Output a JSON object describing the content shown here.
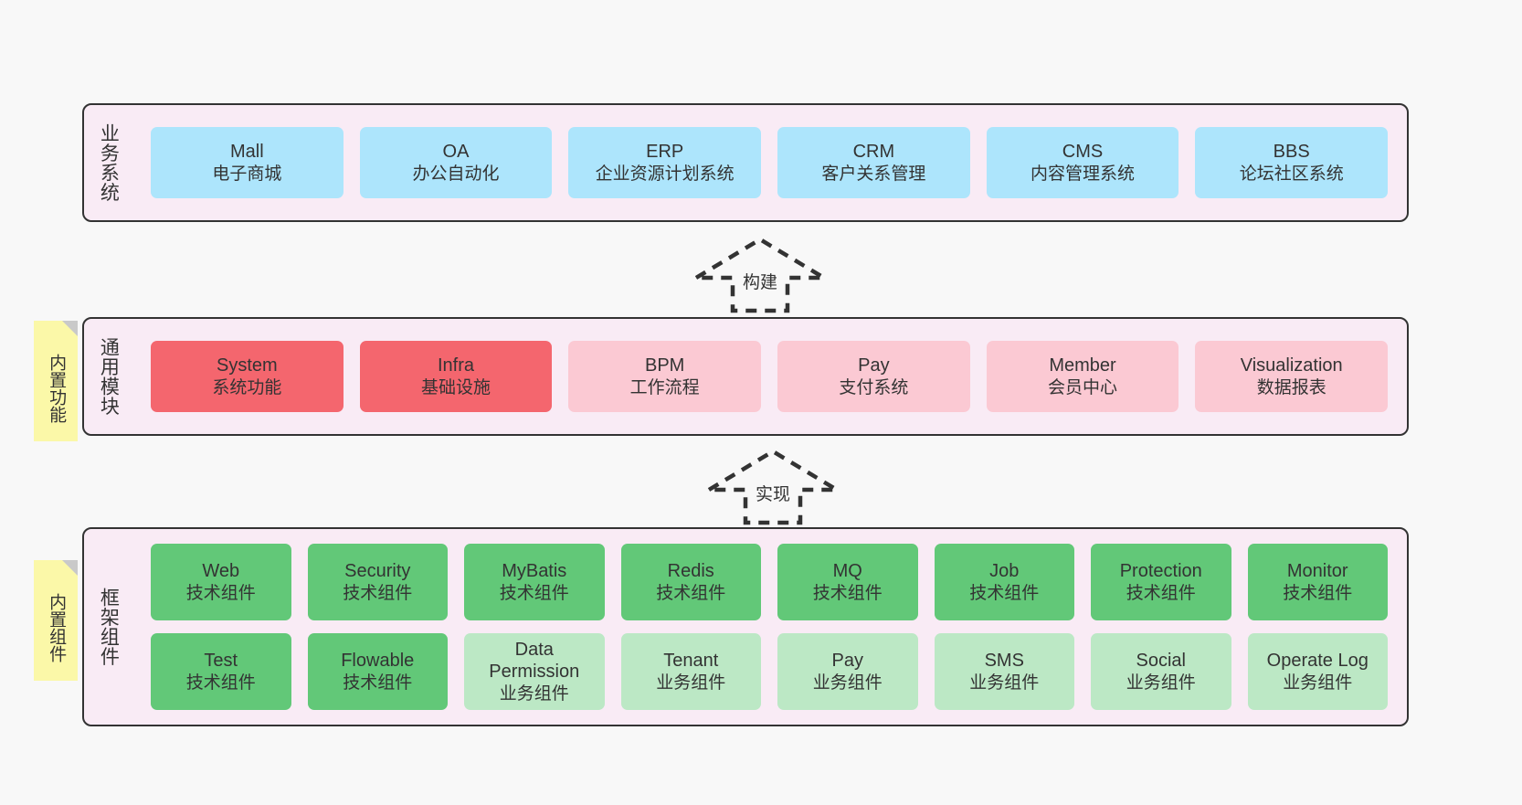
{
  "diagram": {
    "background_color": "#f8f8f8",
    "layer_fill": "#f9ebf5",
    "layer_border": "#333333",
    "sticky_color": "#fbf8a8",
    "fold_color": "#c9c9c9"
  },
  "layers": [
    {
      "id": "business",
      "title": "业务系统",
      "rows": [
        {
          "cells": [
            {
              "en": "Mall",
              "cn": "电子商城",
              "color": "#ade5fc",
              "style": "c-blue"
            },
            {
              "en": "OA",
              "cn": "办公自动化",
              "color": "#ade5fc",
              "style": "c-blue"
            },
            {
              "en": "ERP",
              "cn": "企业资源计划系统",
              "color": "#ade5fc",
              "style": "c-blue"
            },
            {
              "en": "CRM",
              "cn": "客户关系管理",
              "color": "#ade5fc",
              "style": "c-blue"
            },
            {
              "en": "CMS",
              "cn": "内容管理系统",
              "color": "#ade5fc",
              "style": "c-blue"
            },
            {
              "en": "BBS",
              "cn": "论坛社区系统",
              "color": "#ade5fc",
              "style": "c-blue"
            }
          ]
        }
      ]
    },
    {
      "id": "modules",
      "title": "通用模块",
      "sticky": "内置功能",
      "rows": [
        {
          "cells": [
            {
              "en": "System",
              "cn": "系统功能",
              "color": "#f4666e",
              "style": "c-red"
            },
            {
              "en": "Infra",
              "cn": "基础设施",
              "color": "#f4666e",
              "style": "c-red"
            },
            {
              "en": "BPM",
              "cn": "工作流程",
              "color": "#fbc9d3",
              "style": "c-pink"
            },
            {
              "en": "Pay",
              "cn": "支付系统",
              "color": "#fbc9d3",
              "style": "c-pink"
            },
            {
              "en": "Member",
              "cn": "会员中心",
              "color": "#fbc9d3",
              "style": "c-pink"
            },
            {
              "en": "Visualization",
              "cn": "数据报表",
              "color": "#fbc9d3",
              "style": "c-pink"
            }
          ]
        }
      ]
    },
    {
      "id": "framework",
      "title": "框架组件",
      "sticky": "内置组件",
      "rows": [
        {
          "cells": [
            {
              "en": "Web",
              "cn": "技术组件",
              "color": "#62c878",
              "style": "c-green"
            },
            {
              "en": "Security",
              "cn": "技术组件",
              "color": "#62c878",
              "style": "c-green"
            },
            {
              "en": "MyBatis",
              "cn": "技术组件",
              "color": "#62c878",
              "style": "c-green"
            },
            {
              "en": "Redis",
              "cn": "技术组件",
              "color": "#62c878",
              "style": "c-green"
            },
            {
              "en": "MQ",
              "cn": "技术组件",
              "color": "#62c878",
              "style": "c-green"
            },
            {
              "en": "Job",
              "cn": "技术组件",
              "color": "#62c878",
              "style": "c-green"
            },
            {
              "en": "Protection",
              "cn": "技术组件",
              "color": "#62c878",
              "style": "c-green"
            },
            {
              "en": "Monitor",
              "cn": "技术组件",
              "color": "#62c878",
              "style": "c-green"
            }
          ]
        },
        {
          "cells": [
            {
              "en": "Test",
              "cn": "技术组件",
              "color": "#62c878",
              "style": "c-green"
            },
            {
              "en": "Flowable",
              "cn": "技术组件",
              "color": "#62c878",
              "style": "c-green"
            },
            {
              "en": "Data Permission",
              "cn": "业务组件",
              "color": "#bce8c5",
              "style": "c-lgreen"
            },
            {
              "en": "Tenant",
              "cn": "业务组件",
              "color": "#bce8c5",
              "style": "c-lgreen"
            },
            {
              "en": "Pay",
              "cn": "业务组件",
              "color": "#bce8c5",
              "style": "c-lgreen"
            },
            {
              "en": "SMS",
              "cn": "业务组件",
              "color": "#bce8c5",
              "style": "c-lgreen"
            },
            {
              "en": "Social",
              "cn": "业务组件",
              "color": "#bce8c5",
              "style": "c-lgreen"
            },
            {
              "en": "Operate Log",
              "cn": "业务组件",
              "color": "#bce8c5",
              "style": "c-lgreen"
            }
          ]
        }
      ]
    }
  ],
  "arrows": [
    {
      "id": "build",
      "label": "构建",
      "direction": "up",
      "from": "modules",
      "to": "business"
    },
    {
      "id": "implement",
      "label": "实现",
      "direction": "up",
      "from": "framework",
      "to": "modules"
    }
  ]
}
